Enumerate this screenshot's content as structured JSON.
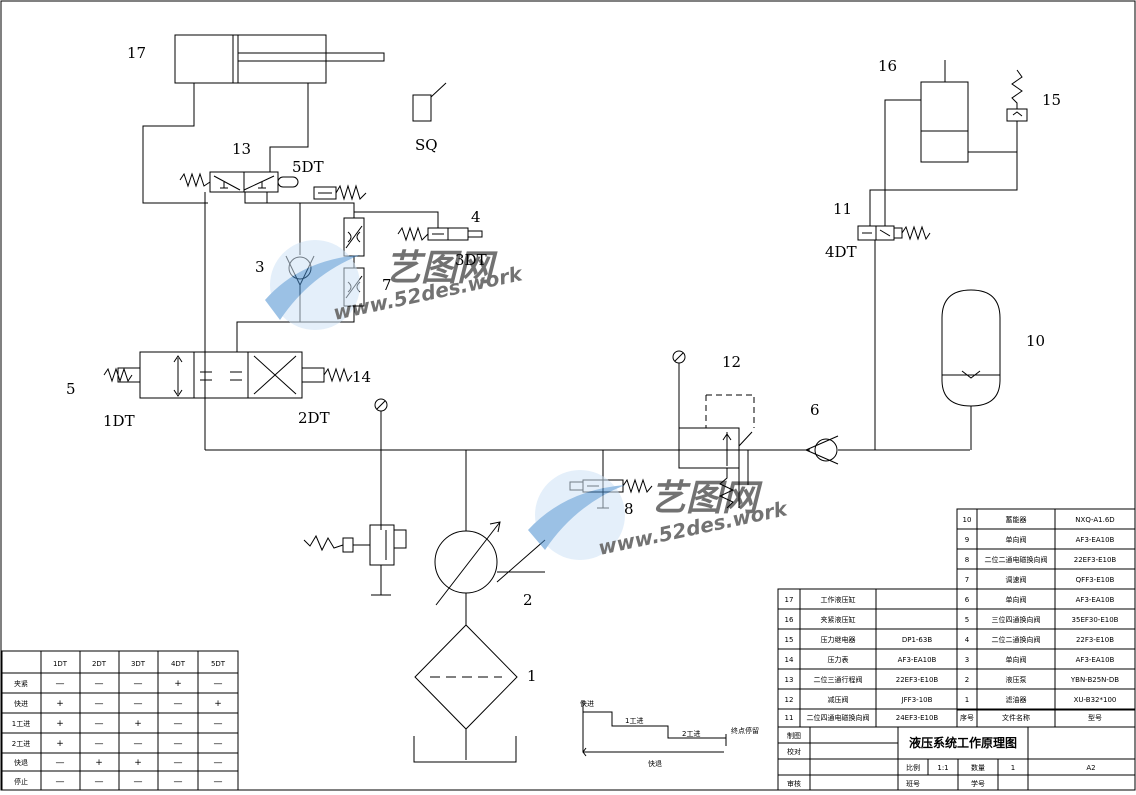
{
  "components": {
    "c17": "17",
    "c13": "13",
    "c5dt": "5DT",
    "csq": "SQ",
    "c4": "4",
    "c3dt": "3DT",
    "c3": "3",
    "c7": "7",
    "c5": "5",
    "c1dt": "1DT",
    "c2dt": "2DT",
    "c14": "14",
    "c12": "12",
    "c6": "6",
    "c10": "10",
    "c16": "16",
    "c15": "15",
    "c11": "11",
    "c4dt": "4DT",
    "c8": "8",
    "c2": "2",
    "c1": "1"
  },
  "watermark": {
    "brand": "艺图网",
    "url": "www.52des.work"
  },
  "cycle": {
    "fast_forward": "快进",
    "work1": "1工进",
    "work2": "2工进",
    "stop": "终点停留",
    "fast_return": "快退"
  },
  "solenoid_table": {
    "headers": [
      "",
      "1DT",
      "2DT",
      "3DT",
      "4DT",
      "5DT"
    ],
    "rows": [
      [
        "夹紧",
        "—",
        "—",
        "—",
        "+",
        "—"
      ],
      [
        "快进",
        "+",
        "—",
        "—",
        "—",
        "+"
      ],
      [
        "1工进",
        "+",
        "—",
        "+",
        "—",
        "—"
      ],
      [
        "2工进",
        "+",
        "—",
        "—",
        "—",
        "—"
      ],
      [
        "快退",
        "—",
        "+",
        "+",
        "—",
        "—"
      ],
      [
        "停止",
        "—",
        "—",
        "—",
        "—",
        "—"
      ]
    ]
  },
  "bom_right": [
    [
      "10",
      "蓄能器",
      "",
      "NXQ-A1.6D"
    ],
    [
      "9",
      "单向阀",
      "",
      "AF3-EA10B"
    ],
    [
      "8",
      "二位二通电磁换向阀",
      "",
      "22EF3-E10B"
    ],
    [
      "7",
      "调速阀",
      "",
      "QFF3-E10B"
    ],
    [
      "6",
      "单向阀",
      "",
      "AF3-EA10B"
    ],
    [
      "5",
      "三位四通换向阀",
      "",
      "35EF30-E10B"
    ],
    [
      "4",
      "二位二通换向阀",
      "",
      "22F3-E10B"
    ],
    [
      "3",
      "单向阀",
      "",
      "AF3-EA10B"
    ],
    [
      "2",
      "液压泵",
      "",
      "YBN-B25N-DB"
    ],
    [
      "1",
      "滤油器",
      "",
      "XU-B32*100"
    ]
  ],
  "bom_left": [
    [
      "17",
      "工作液压缸",
      ""
    ],
    [
      "16",
      "夹紧液压缸",
      ""
    ],
    [
      "15",
      "压力继电器",
      "DP1-63B"
    ],
    [
      "14",
      "压力表",
      "AF3-EA10B"
    ],
    [
      "13",
      "二位三通行程阀",
      "22EF3-E10B"
    ],
    [
      "12",
      "减压阀",
      "JFF3-10B"
    ],
    [
      "11",
      "二位四通电磁换向阀",
      "24EF3-E10B"
    ]
  ],
  "bom_header": {
    "seq": "序号",
    "name": "文件名称",
    "model": "型号"
  },
  "title_block": {
    "drawn": "制图",
    "checked": "校对",
    "approved": "审核",
    "title": "液压系统工作原理图",
    "scale_label": "比例",
    "scale": "1:1",
    "qty_label": "数量",
    "qty": "1",
    "size": "A2",
    "class_label": "班号",
    "id_label": "学号"
  }
}
